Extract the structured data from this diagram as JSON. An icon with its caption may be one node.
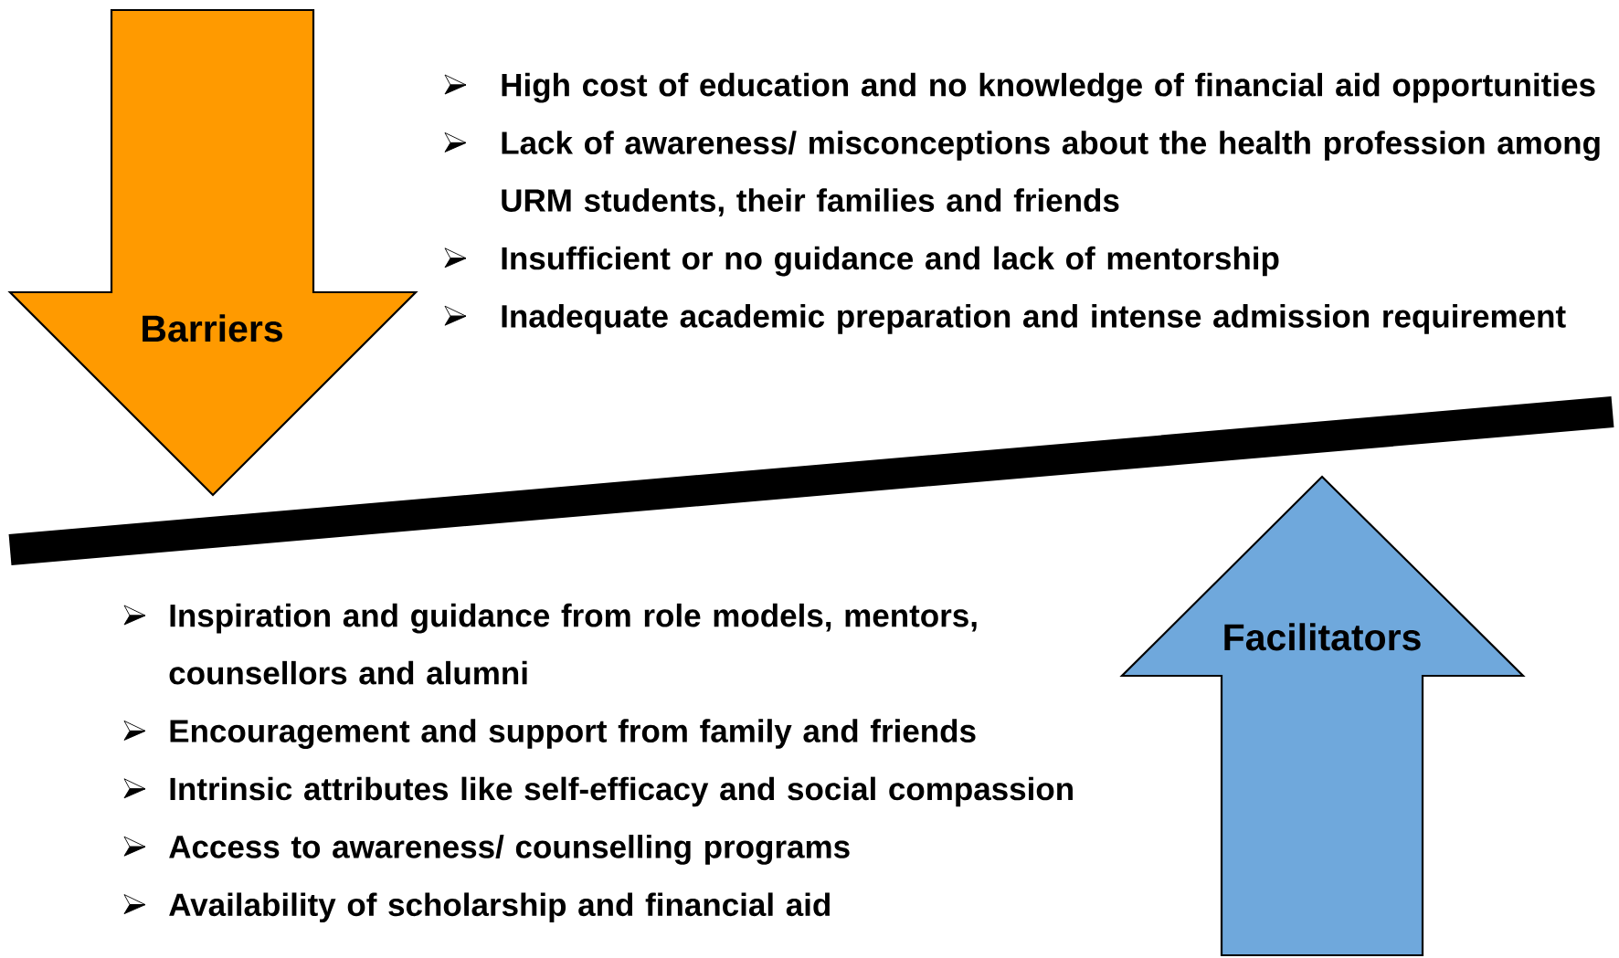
{
  "diagram": {
    "nodes": [
      {
        "text": [
          "Barriers"
        ]
      },
      {
        "text": [],
        "shape": "bar"
      },
      {
        "text": [
          "Facilitators"
        ]
      }
    ],
    "labels": [
      "High cost of education and no knowledge of financial aid opportunities",
      "Lack of awareness/ misconceptions about the health profession among URM students, their families and friends",
      "Insufficient or no guidance and lack of mentorship",
      "Inadequate academic preparation and intense admission requirement",
      "Inspiration and guidance from role models, mentors, counsellors and alumni",
      "Encouragement and support from family and friends",
      "Intrinsic attributes like self-efficacy and social compassion",
      "Access to awareness/ counselling programs",
      "Availability of scholarship and financial aid"
    ]
  }
}
